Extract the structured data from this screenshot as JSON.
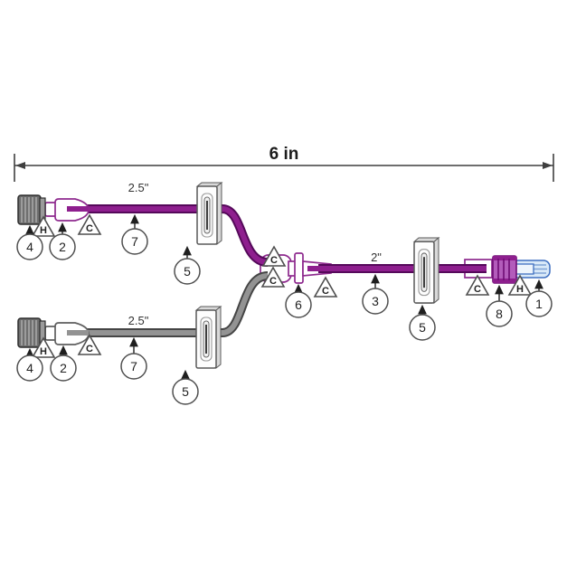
{
  "diagram": {
    "description": "IV extension set schematic with Y-site, two 2.5 inch inlet lines and one 2 inch outlet line",
    "dimension": {
      "label": "6 in"
    },
    "tube_labels": {
      "top": "2.5\"",
      "bottom": "2.5\"",
      "main": "2\""
    },
    "colors": {
      "purple_tube": "#8e1f8e",
      "purple_outline": "#55095a",
      "gray_tube": "#939393",
      "gray_outline": "#454545",
      "collar_fill": "#b35cbb",
      "blue_cap_fill": "#d9e9f8",
      "blue_cap_stroke": "#3f6fc0"
    },
    "callouts": [
      {
        "id": "top-cap",
        "number": "4"
      },
      {
        "id": "top-hub",
        "number": "2"
      },
      {
        "id": "top-tubing",
        "number": "7"
      },
      {
        "id": "top-clamp",
        "number": "5"
      },
      {
        "id": "y-site",
        "number": "6"
      },
      {
        "id": "main-tubing",
        "number": "3"
      },
      {
        "id": "main-clamp",
        "number": "5"
      },
      {
        "id": "spin-collar",
        "number": "8"
      },
      {
        "id": "male-luer",
        "number": "1"
      },
      {
        "id": "bottom-cap",
        "number": "4"
      },
      {
        "id": "bottom-hub",
        "number": "2"
      },
      {
        "id": "bottom-tubing",
        "number": "7"
      },
      {
        "id": "bottom-clamp",
        "number": "5"
      }
    ],
    "triangle_markers": [
      {
        "id": "top-h",
        "letter": "H"
      },
      {
        "id": "top-c",
        "letter": "C"
      },
      {
        "id": "y-in-top-c",
        "letter": "C"
      },
      {
        "id": "y-in-bottom-c",
        "letter": "C"
      },
      {
        "id": "y-out-c",
        "letter": "C"
      },
      {
        "id": "right-c",
        "letter": "C"
      },
      {
        "id": "right-h",
        "letter": "H"
      },
      {
        "id": "bottom-h",
        "letter": "H"
      },
      {
        "id": "bottom-c",
        "letter": "C"
      }
    ]
  }
}
